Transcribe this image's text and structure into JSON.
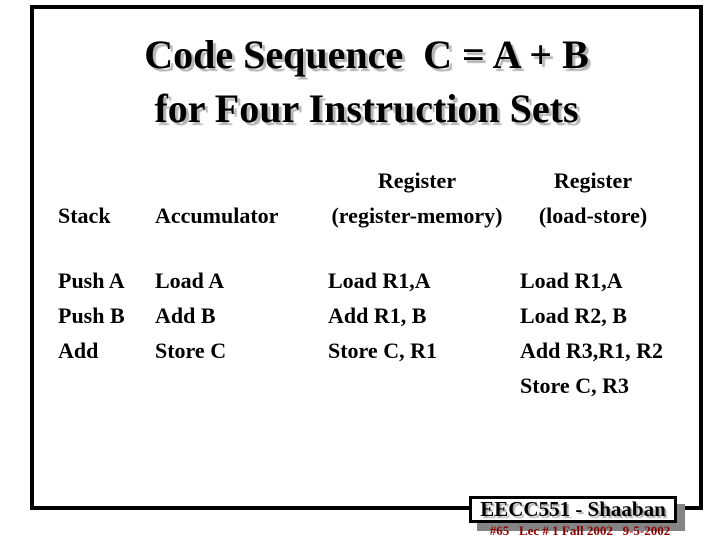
{
  "title": {
    "line1": "Code Sequence  C = A + B",
    "line2": "for Four Instruction Sets"
  },
  "table": {
    "columns": [
      {
        "header_top": "",
        "header_bottom": "Stack",
        "rows": [
          "Push A",
          "Push B",
          "Add"
        ]
      },
      {
        "header_top": "",
        "header_bottom": "Accumulator",
        "rows": [
          "Load A",
          "Add B",
          "Store C"
        ]
      },
      {
        "header_top": "Register",
        "header_bottom": "(register-memory)",
        "rows": [
          "Load R1,A",
          "Add R1, B",
          "Store C, R1"
        ]
      },
      {
        "header_top": "Register",
        "header_bottom": "(load-store)",
        "rows": [
          "Load R1,A",
          "Load R2, B",
          "Add R3,R1, R2",
          "Store C, R3"
        ]
      }
    ]
  },
  "footer": {
    "badge": "EECC551 - Shaaban",
    "note": "#65   Lec # 1 Fall 2002   9-5-2002"
  },
  "colors": {
    "note_text": "#8B0000",
    "badge_shadow": "#848484",
    "title_shadow": "#b5b5b5"
  }
}
